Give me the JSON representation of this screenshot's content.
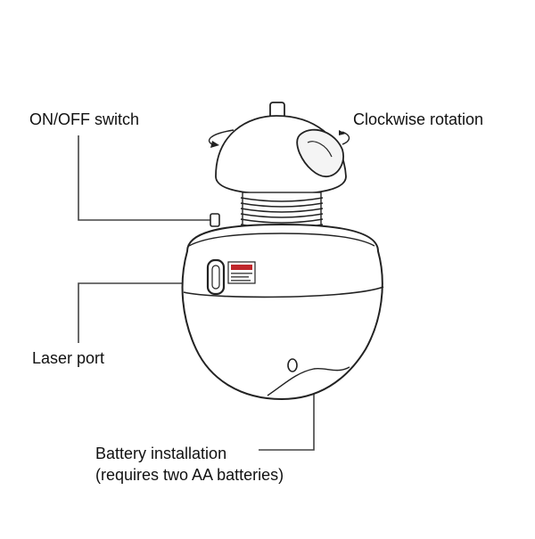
{
  "labels": {
    "on_off_switch": "ON/OFF switch",
    "clockwise_rotation": "Clockwise rotation",
    "laser_port": "Laser port",
    "battery_line1": "Battery installation",
    "battery_line2": "(requires two AA batteries)"
  },
  "colors": {
    "outline": "#222222",
    "leader_line": "#444444",
    "body_fill": "#ffffff",
    "warning_red": "#c0262b"
  }
}
